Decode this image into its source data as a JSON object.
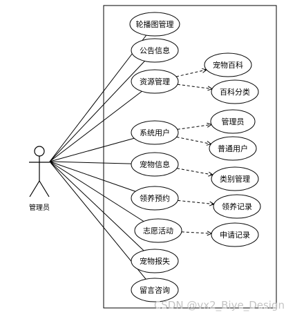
{
  "actor": {
    "label": "管理员"
  },
  "use_cases": [
    {
      "id": "lunbotu",
      "label": "轮播图管理"
    },
    {
      "id": "gonggao",
      "label": "公告信息"
    },
    {
      "id": "ziyuan",
      "label": "资源管理"
    },
    {
      "id": "xitong",
      "label": "系统用户"
    },
    {
      "id": "chongwu",
      "label": "宠物信息"
    },
    {
      "id": "lingyang",
      "label": "领养预约"
    },
    {
      "id": "zhiyuan",
      "label": "志愿活动"
    },
    {
      "id": "baoshi",
      "label": "宠物报失"
    },
    {
      "id": "liuyan",
      "label": "留言咨询"
    }
  ],
  "sub_cases": [
    {
      "id": "baike",
      "label": "宠物百科",
      "parent": "ziyuan"
    },
    {
      "id": "fenlei",
      "label": "百科分类",
      "parent": "ziyuan"
    },
    {
      "id": "guanliyuan",
      "label": "管理员",
      "parent": "xitong"
    },
    {
      "id": "putong",
      "label": "普通用户",
      "parent": "xitong"
    },
    {
      "id": "leibie",
      "label": "类别管理",
      "parent": "chongwu"
    },
    {
      "id": "jilu",
      "label": "领养记录",
      "parent": "lingyang"
    },
    {
      "id": "shenqing",
      "label": "申请记录",
      "parent": "zhiyuan"
    }
  ],
  "watermark": "CSDN @vx2_Biye_Design"
}
